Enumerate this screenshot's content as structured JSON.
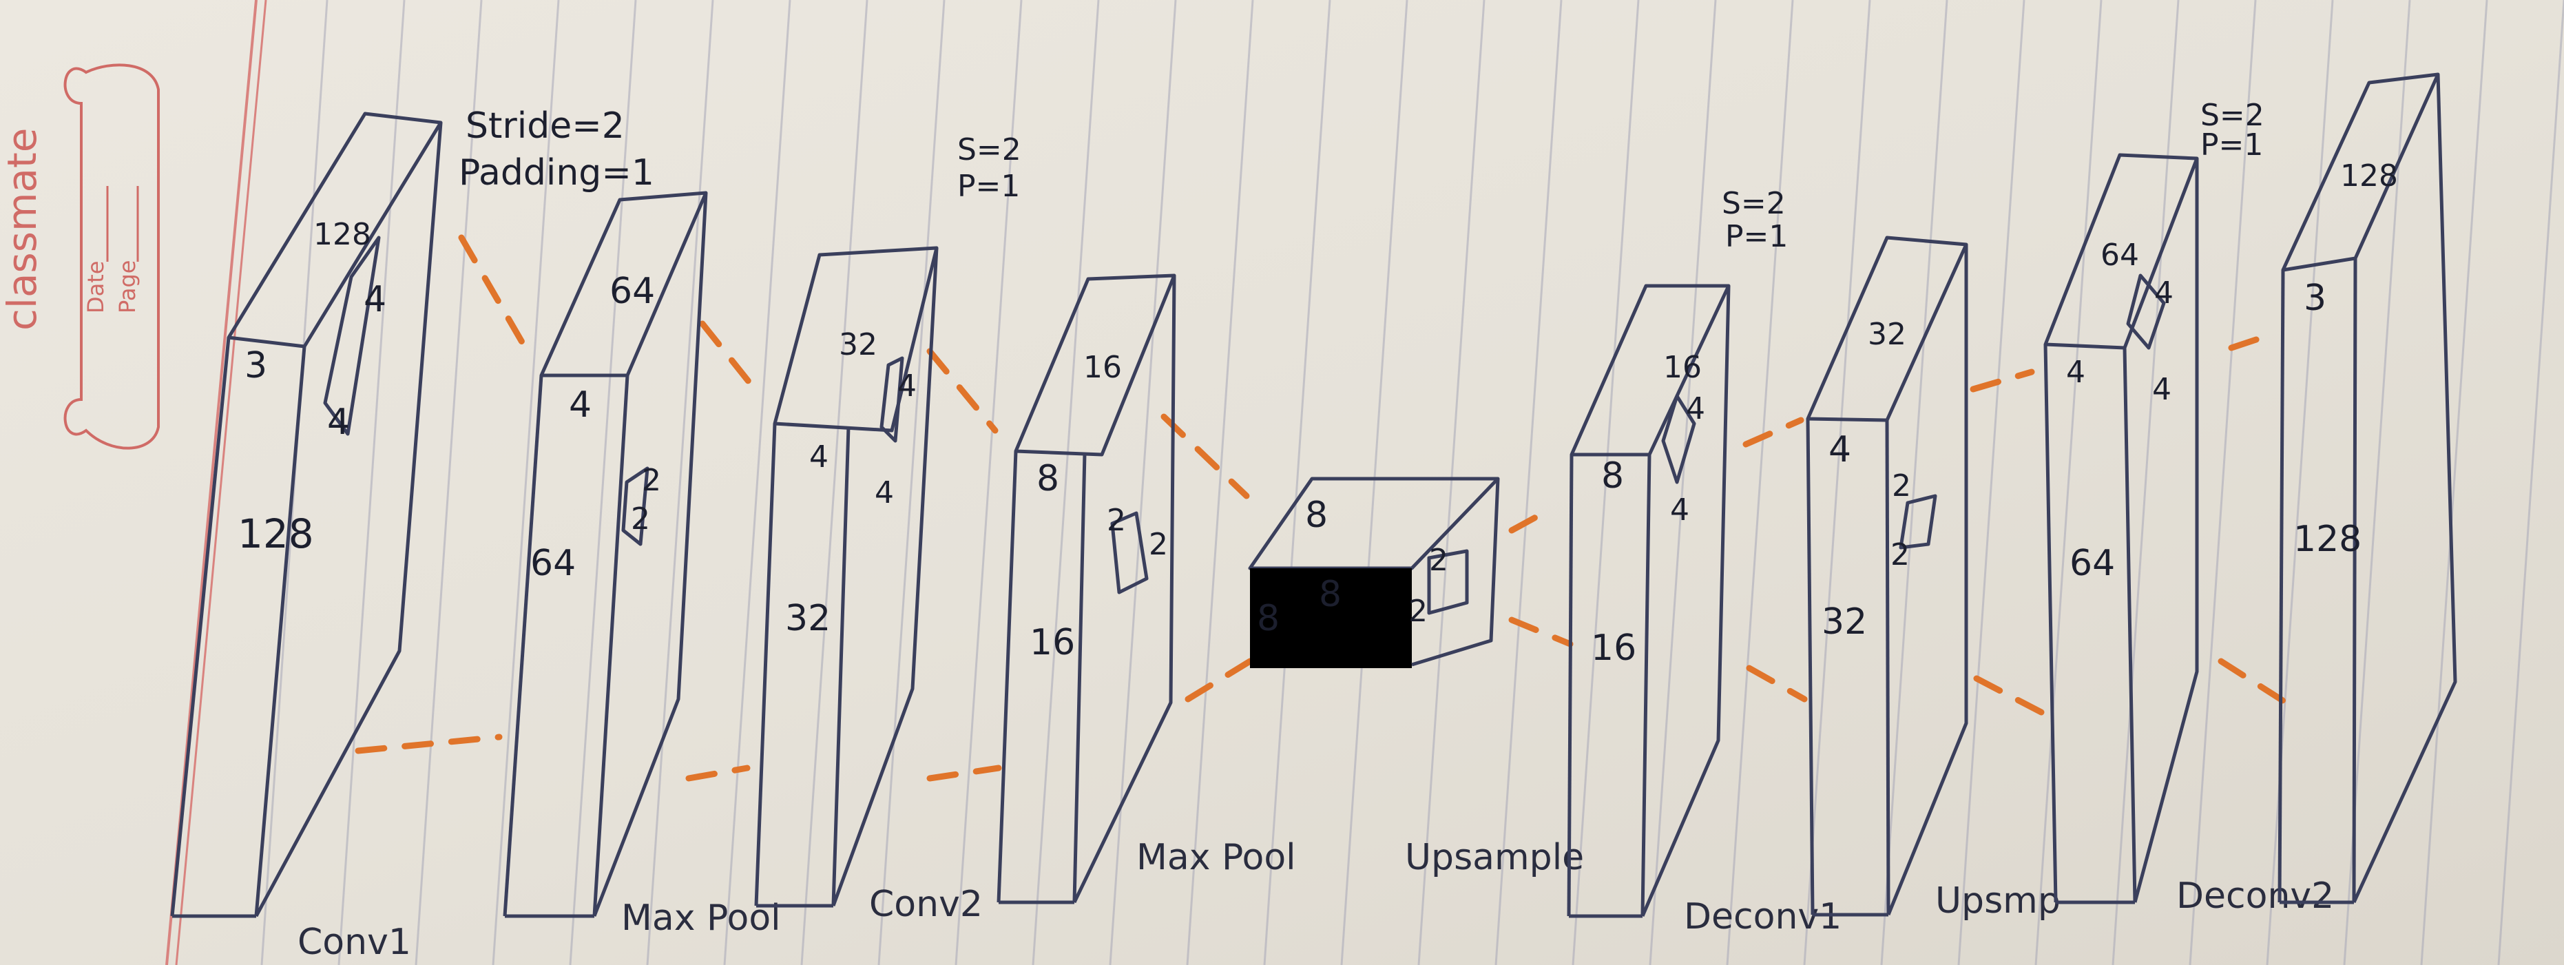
{
  "brand": {
    "logo_text": "classmate",
    "date_label": "Date",
    "page_label": "Page"
  },
  "layers": [
    {
      "id": "conv1",
      "params": [
        "Stride=2",
        "Padding=1"
      ],
      "depth": "128",
      "front_top": "3",
      "front_side": "128",
      "kernel_h": "4",
      "kernel_w": "4",
      "caption": "Conv1"
    },
    {
      "id": "maxpool1",
      "depth": "64",
      "front_top": "4",
      "front_side": "64",
      "kernel_h": "2",
      "kernel_w": "2",
      "caption": "Max Pool"
    },
    {
      "id": "conv2",
      "params": [
        "S=2",
        "P=1"
      ],
      "depth": "32",
      "front_top": "4",
      "front_side": "32",
      "kernel_h": "4",
      "kernel_w": "4",
      "caption": "Conv2"
    },
    {
      "id": "maxpool2",
      "depth": "16",
      "front_top": "8",
      "front_side": "16",
      "kernel_h": "2",
      "kernel_w": "2",
      "caption": "Max Pool"
    },
    {
      "id": "bottleneck",
      "depth": "8",
      "front_top": "8",
      "front_mid": "8",
      "kernel_h": "2",
      "kernel_w": "2",
      "caption": "Upsample"
    },
    {
      "id": "deconv1",
      "params": [
        "S=2",
        "P=1"
      ],
      "depth": "16",
      "front_top": "8",
      "front_side": "16",
      "kernel_h": "4",
      "kernel_w": "4",
      "caption": "Deconv1"
    },
    {
      "id": "upsamp",
      "depth": "32",
      "front_top": "4",
      "front_side": "32",
      "kernel_h": "2",
      "kernel_w": "2",
      "caption": "Upsmp"
    },
    {
      "id": "deconv2",
      "params": [
        "S=2",
        "P=1"
      ],
      "depth": "64",
      "front_top": "4",
      "front_side": "64",
      "kernel_h": "4",
      "kernel_w": "4",
      "caption": "Deconv2"
    },
    {
      "id": "output",
      "depth": "128",
      "front_top": "3",
      "front_side": "128"
    }
  ]
}
